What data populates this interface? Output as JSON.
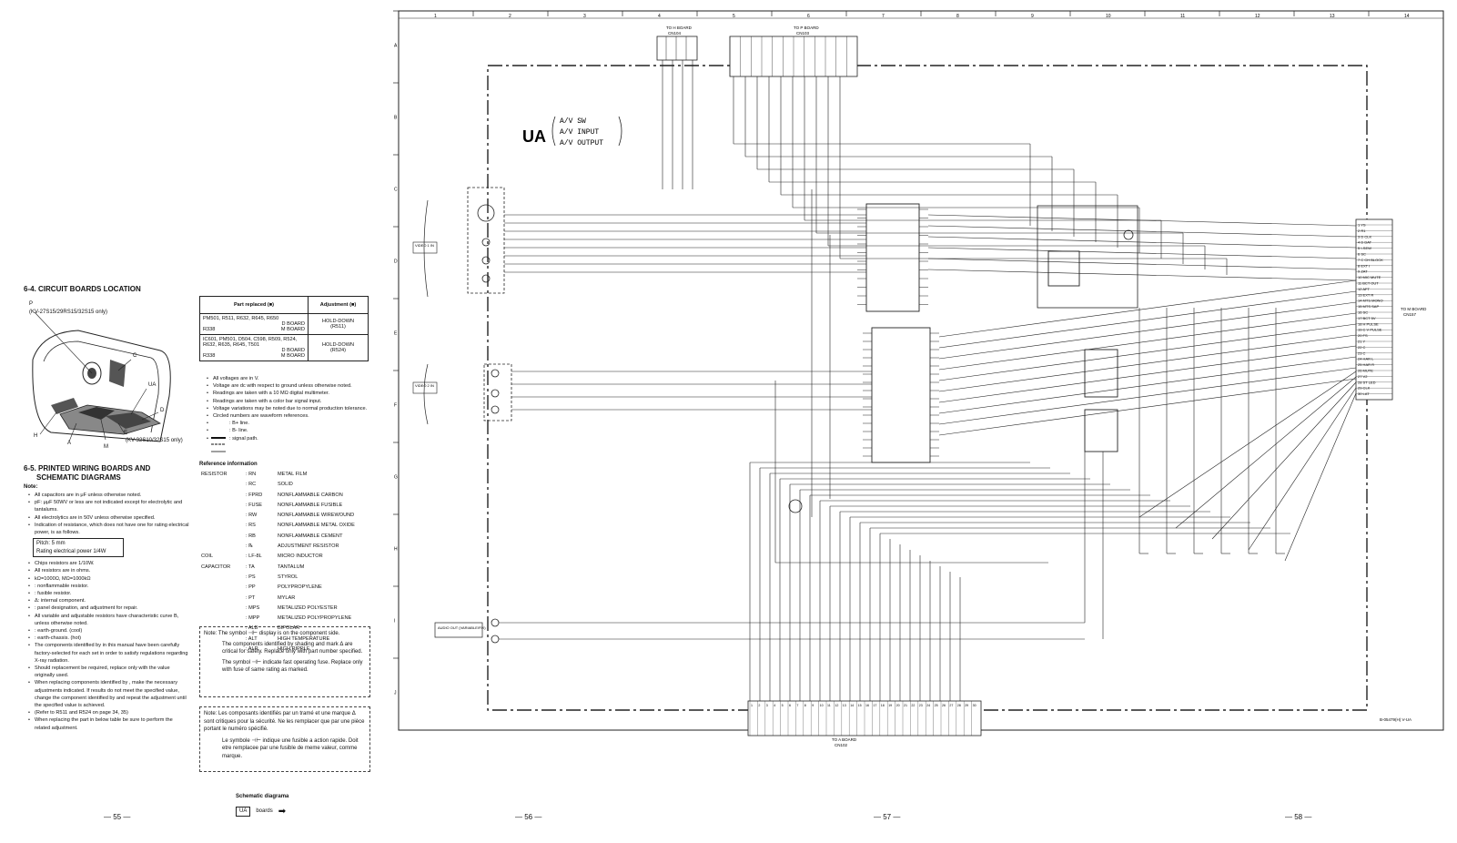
{
  "left": {
    "section_64": "6-4. CIRCUIT BOARDS LOCATION",
    "p_label": "P",
    "p_models": "(KV-27S15/29RS15/32S15 only)",
    "c_label": "C",
    "ua_label": "UA",
    "d_label": "D",
    "e_label": "E",
    "e_models": "(KV-32S10/32S15 only)",
    "h_label": "H",
    "a_label": "A",
    "m_label": "M",
    "section_65_l1": "6-5. PRINTED WIRING BOARDS AND",
    "section_65_l2": "SCHEMATIC DIAGRAMS",
    "note_title": "Note:",
    "notes_a": [
      "All capacitors are in μF unless otherwise noted.",
      "pF: μμF 50WV or less are not indicated except for electrolytic and tantalums.",
      "All electrolytics are in 50V unless otherwise specified.",
      "Indication of resistance, which does not have one for rating electrical power, is as follows."
    ],
    "pitch_line1": "Pitch: 5 mm",
    "pitch_line2": "Rating electrical power 1/4W",
    "notes_b": [
      "Chips resistors are 1/10W.",
      "All resistors are in ohms.",
      "kΩ=1000Ω, MΩ=1000kΩ",
      ": nonflammable resistor.",
      ": fusible resistor.",
      "Δ: internal component.",
      ": panel designation, and adjustment for repair.",
      "All variable and adjustable resistors have characteristic curve B, unless otherwise noted.",
      ": earth-ground. (cool)",
      ": earth-chassis. (hot)",
      "The components identified by  in this manual have been carefully factory-selected for each set in order to satisfy regulations regarding X-ray radiation.",
      "Should replacement be required, replace only with the value originally used.",
      "When replacing components identified by  , make the necessary adjustments indicated. If results do not meet the specified value, change the component identified by  and repeat the adjustment until the specified value is achieved.",
      "(Refer to R511 and R524 on page 34, 35)",
      "When replacing the part in below table be sure to perform the related adjustment."
    ],
    "page": "— 55 —"
  },
  "table": {
    "col1": "Part replaced (■)",
    "col2": "Adjustment (■)",
    "rows": [
      {
        "parts": "PM501, R511, R632, R645, R650",
        "board": "D BOARD",
        "part2": "R338",
        "board2": "M BOARD",
        "adj": "HOLD-DOWN",
        "adj2": "(R511)"
      },
      {
        "parts": "IC601, PM501, D504, C598, R509, R524, R632, R635, R645, T501",
        "board": "D BOARD",
        "part2": "R338",
        "board2": "M BOARD",
        "adj": "HOLD-DOWN",
        "adj2": "(R524)"
      }
    ]
  },
  "bullets": [
    "All voltages are in V.",
    "Voltage are dc with respect to ground unless otherwise noted.",
    "Readings are taken with a 10 MΩ digital multimeter.",
    "Readings are taken with a color bar signal input.",
    "Voltage variations may be noted due to normal production tolerance.",
    "Circled numbers are waveform references.",
    ": B+ line.",
    ": B- line.",
    ": signal path."
  ],
  "ref_title": "Reference information",
  "ref_rows": [
    [
      "RESISTOR",
      ": RN",
      "METAL FILM"
    ],
    [
      "",
      ": RC",
      "SOLID"
    ],
    [
      "",
      ": FPRD",
      "NONFLAMMABLE CARBON"
    ],
    [
      "",
      ": FUSE",
      "NONFLAMMABLE FUSIBLE"
    ],
    [
      "",
      ": RW",
      "NONFLAMMABLE WIREWOUND"
    ],
    [
      "",
      ": RS",
      "NONFLAMMABLE METAL OXIDE"
    ],
    [
      "",
      ": RB",
      "NONFLAMMABLE CEMENT"
    ],
    [
      "",
      ": ℞",
      "ADJUSTMENT RESISTOR"
    ],
    [
      "COIL",
      ": LF-8L",
      "MICRO INDUCTOR"
    ],
    [
      "CAPACITOR",
      ": TA",
      "TANTALUM"
    ],
    [
      "",
      ": PS",
      "STYROL"
    ],
    [
      "",
      ": PP",
      "POLYPROPYLENE"
    ],
    [
      "",
      ": PT",
      "MYLAR"
    ],
    [
      "",
      ": MPS",
      "METALIZED POLYESTER"
    ],
    [
      "",
      ": MPP",
      "METALIZED POLYPROPYLENE"
    ],
    [
      "",
      ": ALB",
      "BIPOLAR"
    ],
    [
      "",
      ": ALT",
      "HIGH TEMPERATURE"
    ],
    [
      "",
      ": ALR",
      "HIGH RIPPLE"
    ]
  ],
  "note_en": {
    "l1": "Note: The symbol ⊣⊢ display is on the component side.",
    "l2": "The components identified by shading and mark Δ are critical for safety. Replace only with part number specified.",
    "l3": "The symbol ⊣⊢ indicate fast operating fuse. Replace only with fuse of same rating as marked."
  },
  "note_fr": {
    "l1": "Note: Les composants identifiés par un tramé et une marque Δ sont critiques pour la sécurité. Ne les remplacer que par une pièce portant le numéro spécifié.",
    "l2": "Le symbole ⊣⊢ indique une fusible a action rapide. Doit etre remplacee par une fusible de meme valeur, comme marque."
  },
  "sch_caption": "Schematic diagrama",
  "sch_board": "UA",
  "sch_board_suffix": "boards",
  "pages": {
    "p56": "— 56 —",
    "p57": "— 57 —",
    "p58": "— 58 —"
  },
  "schematic": {
    "board": "UA",
    "func1": "A/V SW",
    "func2": "A/V INPUT",
    "func3": "A/V OUTPUT",
    "cols": [
      "1",
      "2",
      "3",
      "4",
      "5",
      "6",
      "7",
      "8",
      "9",
      "10",
      "11",
      "12",
      "13",
      "14"
    ],
    "rows": [
      "A",
      "B",
      "C",
      "D",
      "E",
      "F",
      "G",
      "H",
      "I",
      "J"
    ],
    "to_h_board": "TO H BOARD",
    "cn104": "CN104",
    "to_p_board": "TO P BOARD",
    "cn103": "CN103",
    "video1_in": "VIDEO 1 IN",
    "video2_in": "VIDEO 2 IN",
    "audio_out": "AUDIO OUT (VARIABLE/FIX)",
    "to_m_board": "TO M BOARD",
    "cn157": "CN157",
    "to_a_board": "TO A BOARD",
    "cn102": "CN102",
    "code": "B-05479(H) V-UA",
    "right_pins": [
      "YS",
      "R1",
      "D CLK",
      "D DAT",
      "I-SEW",
      "SC",
      "C CH BLOCK",
      "EXT I",
      "ZAT",
      "MIC MUTE",
      "BCT OUT",
      "AFT",
      "EXT R",
      "MTS MONO",
      "MTS SAP",
      "SC",
      "BCT 5V",
      "H PULSE",
      "C V PULSE",
      "FS",
      "Y",
      "C",
      "C",
      "HAR L",
      "HAR R",
      "MUTE",
      "V2",
      "ST LED",
      "CLK",
      "LAT"
    ],
    "bottom_pins": [
      "1",
      "2",
      "3",
      "4",
      "5",
      "6",
      "7",
      "8",
      "9",
      "10",
      "11",
      "12",
      "13",
      "14",
      "15",
      "16",
      "17",
      "18",
      "19",
      "20",
      "21",
      "22",
      "23",
      "24",
      "25",
      "26",
      "27",
      "28",
      "29",
      "30"
    ]
  }
}
